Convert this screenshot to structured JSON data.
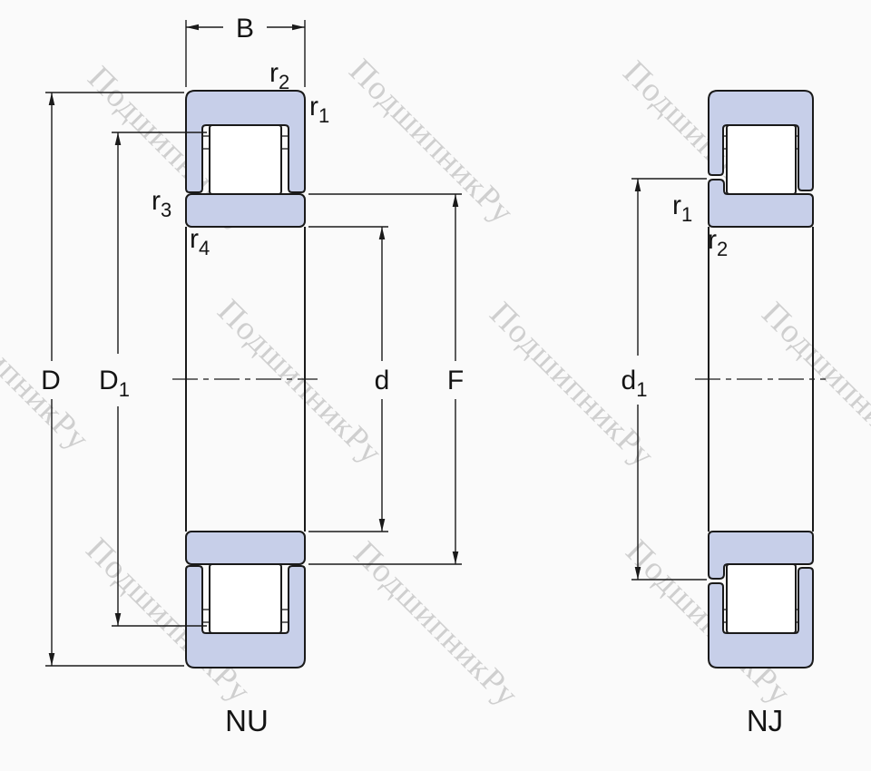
{
  "watermark": {
    "text": "ПодшипникРу"
  },
  "colors": {
    "ring_fill": "#c7cfe9",
    "line": "#1a1a1a",
    "background": "#fafafa",
    "watermark": "#c3c3c3"
  },
  "nu": {
    "caption": "NU",
    "labels": {
      "B": "B",
      "D": "D",
      "d": "d",
      "F": "F",
      "D1": {
        "base": "D",
        "sub": "1"
      },
      "r1": {
        "base": "r",
        "sub": "1"
      },
      "r2": {
        "base": "r",
        "sub": "2"
      },
      "r3": {
        "base": "r",
        "sub": "3"
      },
      "r4": {
        "base": "r",
        "sub": "4"
      }
    }
  },
  "nj": {
    "caption": "NJ",
    "labels": {
      "d1": {
        "base": "d",
        "sub": "1"
      },
      "r1": {
        "base": "r",
        "sub": "1"
      },
      "r2": {
        "base": "r",
        "sub": "2"
      }
    }
  }
}
